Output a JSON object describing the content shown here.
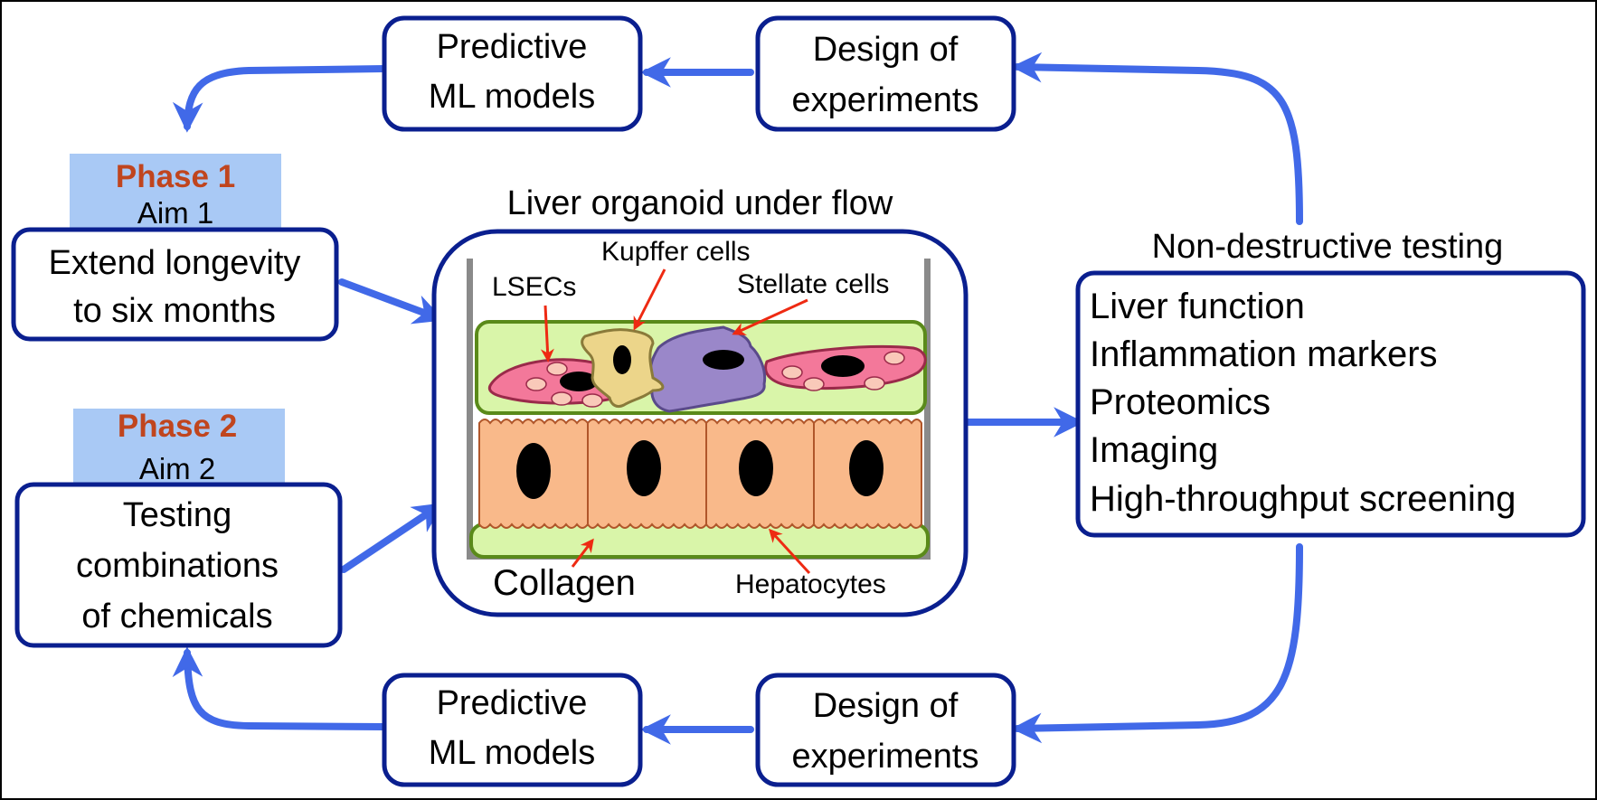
{
  "colors": {
    "box_border": "#0a1f8f",
    "arrow": "#4169e8",
    "phase_bg": "#a9c9f5",
    "phase_title": "#c0451e",
    "annotation_arrow": "#ee2a12",
    "collagen_fill": "#d9f5a9",
    "collagen_border": "#5a8a1a",
    "hepatocyte_fill": "#f9b98a",
    "hepatocyte_border": "#b0562a",
    "lsec_fill": "#f3789a",
    "kupffer_fill": "#ecd58a",
    "stellate_fill": "#9a87c9",
    "channel_wall": "#8a8a8a"
  },
  "top_cycle": {
    "predictive": [
      "Predictive",
      "ML models"
    ],
    "design": [
      "Design of",
      "experiments"
    ]
  },
  "bottom_cycle": {
    "predictive": [
      "Predictive",
      "ML models"
    ],
    "design": [
      "Design of",
      "experiments"
    ]
  },
  "phase1": {
    "title": "Phase 1",
    "aim": "Aim 1",
    "box": [
      "Extend longevity",
      "to six months"
    ]
  },
  "phase2": {
    "title": "Phase 2",
    "aim": "Aim 2",
    "box": [
      "Testing",
      "combinations",
      "of chemicals"
    ]
  },
  "organoid": {
    "title": "Liver organoid under flow",
    "labels": {
      "lsecs": "LSECs",
      "kupffer": "Kupffer cells",
      "stellate": "Stellate cells",
      "collagen": "Collagen",
      "hepatocytes": "Hepatocytes"
    }
  },
  "testing": {
    "title": "Non-destructive testing",
    "items": [
      "Liver function",
      "Inflammation markers",
      "Proteomics",
      "Imaging",
      "High-throughput screening"
    ]
  }
}
